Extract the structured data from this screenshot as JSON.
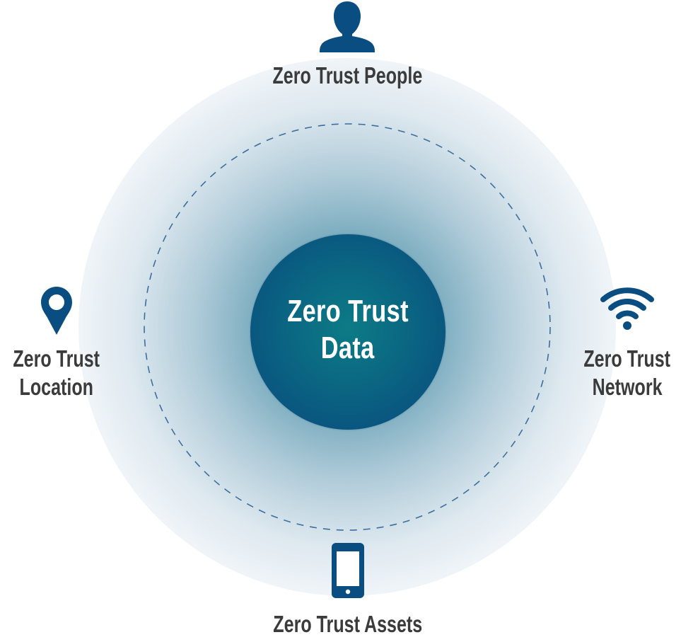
{
  "diagram": {
    "core": {
      "line1": "Zero Trust",
      "line2": "Data",
      "gradient_center_color": "#0d7b86",
      "gradient_edge_color": "#08467a"
    },
    "nodes": {
      "people": {
        "label": "Zero Trust People",
        "icon": "person-icon",
        "position": "top"
      },
      "location": {
        "line1": "Zero Trust",
        "line2": "Location",
        "icon": "map-pin-icon",
        "position": "left"
      },
      "network": {
        "line1": "Zero Trust",
        "line2": "Network",
        "icon": "wifi-icon",
        "position": "right"
      },
      "assets": {
        "label": "Zero Trust Assets",
        "icon": "smartphone-icon",
        "position": "bottom"
      }
    },
    "colors": {
      "icon": "#0a4d80",
      "label_text": "#3b3b3b",
      "core_text": "#ffffff",
      "dashed_ring": "#3d6f9e"
    }
  }
}
